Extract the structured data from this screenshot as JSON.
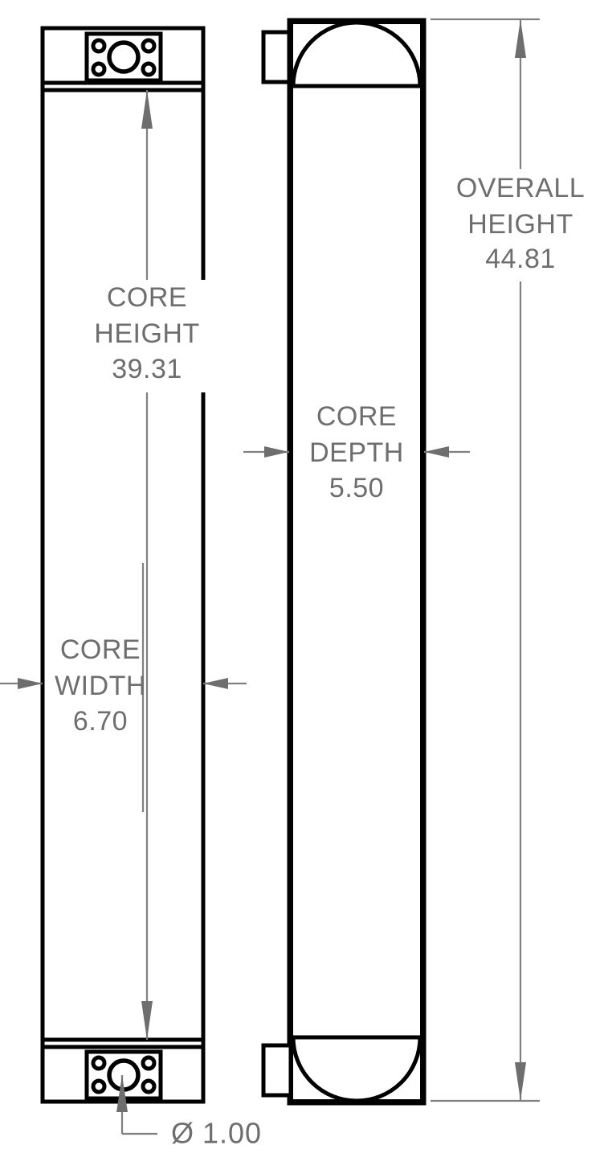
{
  "drawing": {
    "title": "Heat exchanger core assembly dimensional drawing",
    "background_color": "#ffffff",
    "line_color": "#000000",
    "dimension_color": "#6e6e6e"
  },
  "dimensions": {
    "core_height": {
      "label_line1": "CORE",
      "label_line2": "HEIGHT",
      "value": "39.31"
    },
    "core_width": {
      "label_line1": "CORE",
      "label_line2": "WIDTH",
      "value": "6.70"
    },
    "core_depth": {
      "label_line1": "CORE",
      "label_line2": "DEPTH",
      "value": "5.50"
    },
    "overall_height": {
      "label_line1": "OVERALL",
      "label_line2": "HEIGHT",
      "value": "44.81"
    },
    "port_diameter": {
      "symbol": "Ø",
      "value": "1.00"
    }
  },
  "views": {
    "front_view": {
      "name": "front-elevation-view"
    },
    "side_view": {
      "name": "side-elevation-view"
    }
  }
}
